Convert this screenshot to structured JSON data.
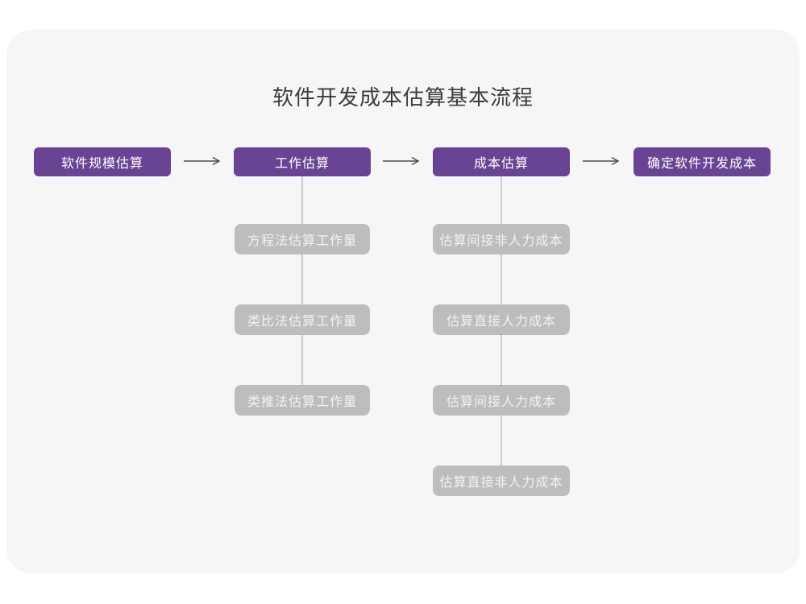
{
  "page": {
    "title": "软件开发成本估算基本流程"
  },
  "colors": {
    "page_bg": "#ffffff",
    "card_bg": "#f6f6f7",
    "primary": "#694394",
    "subbox": "#bdbdbd",
    "box_text": "#ffffff",
    "subbox_text": "#f2f2f2",
    "arrow": "#4a4a4a",
    "connector": "#cbcbcb",
    "title_text": "#3c3c3c"
  },
  "flow": {
    "main_steps": [
      {
        "label": "软件规模估算"
      },
      {
        "label": "工作估算"
      },
      {
        "label": "成本估算"
      },
      {
        "label": "确定软件开发成本"
      }
    ],
    "work_substeps": [
      "方程法估算工作量",
      "类比法估算工作量",
      "类推法估算工作量"
    ],
    "cost_substeps": [
      "估算间接非人力成本",
      "估算直接人力成本",
      "估算间接人力成本",
      "估算直接非人力成本"
    ]
  }
}
